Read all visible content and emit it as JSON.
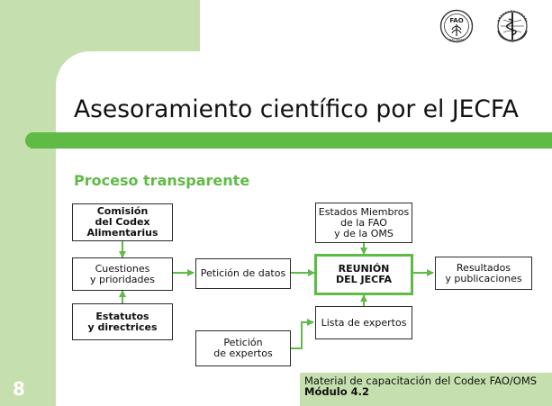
{
  "title": "Asesoramiento científico por el JECFA",
  "subtitle": "Proceso transparente",
  "logos": [
    "fao-logo",
    "who-logo"
  ],
  "fao_logo_text": "FAO",
  "fao_logo_motto": "FIAT PANIS",
  "nodes": {
    "comision": "Comisión\ndel Codex\nAlimentarius",
    "cuestiones": "Cuestiones\ny prioridades",
    "estatutos": "Estatutos\ny directrices",
    "peticion_datos": "Petición de datos",
    "estados": "Estados Miembros\nde la FAO\ny de la OMS",
    "reunion": "REUNIÓN\nDEL JECFA",
    "lista": "Lista de expertos",
    "peticion_expertos": "Petición\nde expertos",
    "resultados": "Resultados\ny publicaciones"
  },
  "footer": {
    "line1": "Material de capacitación del Codex FAO/OMS",
    "line2": "Módulo 4.2"
  },
  "page_number": "8",
  "colors": {
    "accent_green": "#5fba46",
    "light_green": "#c5dfae",
    "text": "#111111"
  }
}
